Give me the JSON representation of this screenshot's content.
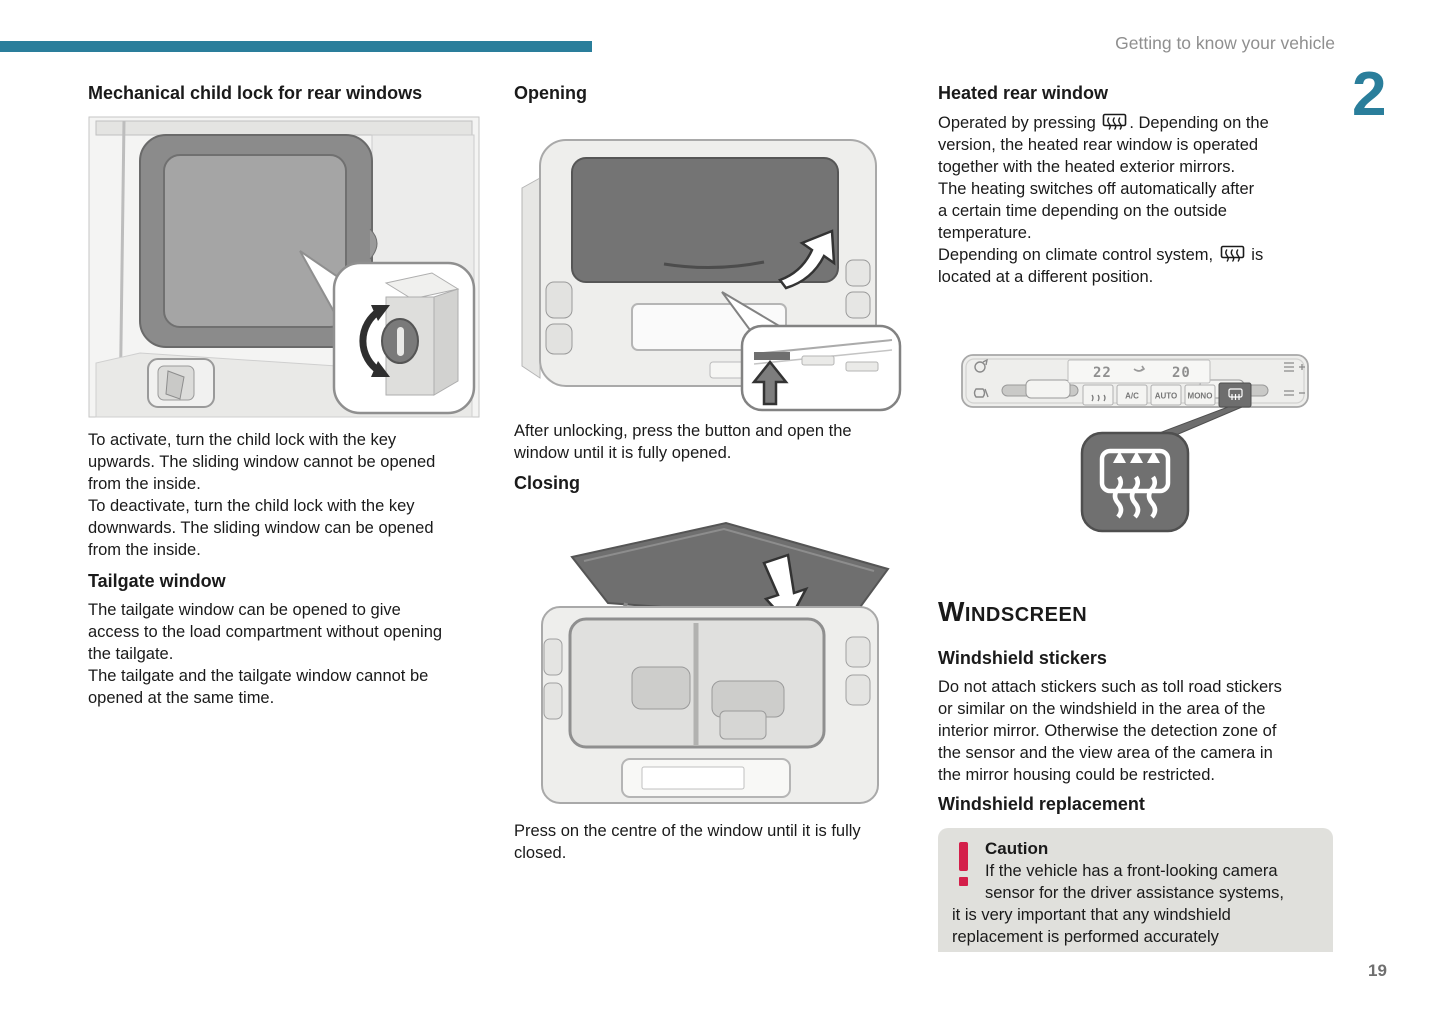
{
  "page": {
    "running_header": "Getting to know your vehicle",
    "chapter_number": "2",
    "page_number": "19",
    "accent_color": "#2a7e9b",
    "caution_red": "#d41f4a"
  },
  "col1": {
    "title": "Mechanical child lock for rear windows",
    "activate_para": "To activate, turn the child lock with the key\nupwards. The sliding window cannot be opened\nfrom the inside.",
    "deactivate_para": "To deactivate, turn the child lock with the key\ndownwards. The sliding window can be opened\nfrom the inside.",
    "tailgate_title": "Tailgate window",
    "tailgate_para1": "The tailgate window can be opened to give\naccess to the load compartment without opening\nthe tailgate.",
    "tailgate_para2": "The tailgate and the tailgate window cannot be\nopened at the same time."
  },
  "col2": {
    "opening_title": "Opening",
    "opening_caption": "After unlocking, press the button and open the\nwindow until it is fully opened.",
    "closing_title": "Closing",
    "closing_caption": "Press on the centre of the window until it is fully\nclosed."
  },
  "col3": {
    "heated_title": "Heated rear window",
    "heated_para1_before_icon": "Operated by pressing ",
    "heated_para1_after_icon": ". Depending on the\nversion, the heated rear window is operated\ntogether with the heated exterior mirrors.",
    "heated_para2": "The heating switches off automatically after\na certain time depending on the outside\ntemperature.",
    "heated_para3_before_icon": "Depending on climate control system, ",
    "heated_para3_after_icon": " is\nlocated at a different position.",
    "windscreen_title": "Windscreen",
    "stickers_title": "Windshield stickers",
    "stickers_para": "Do not attach stickers such as toll road stickers\nor similar on the windshield in the area of the\ninterior mirror. Otherwise the detection zone of\nthe sensor and the view area of the camera in\nthe mirror housing could be restricted.",
    "replacement_title": "Windshield replacement",
    "caution_title": "Caution",
    "caution_text": "If the vehicle has a front-looking camera\nsensor for the driver assistance systems,\nit is very important that any windshield\nreplacement is performed accurately"
  },
  "climate_panel": {
    "temp_left": "22",
    "temp_right": "20",
    "btn_ac": "A/C",
    "btn_auto": "AUTO",
    "btn_mono": "MONO"
  }
}
